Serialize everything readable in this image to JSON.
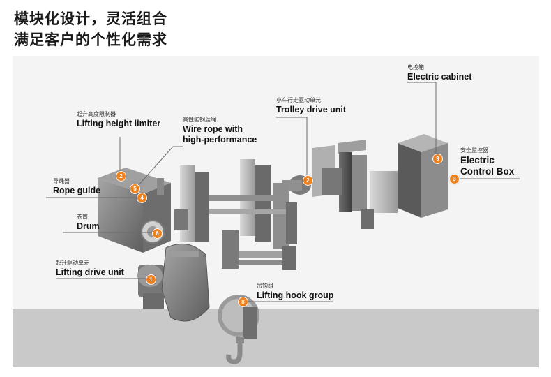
{
  "headline": {
    "line1": "模块化设计，灵活组合",
    "line2": "满足客户的个性化需求"
  },
  "colors": {
    "accent": "#f0821e",
    "background": "#f4f4f4",
    "floor": "#c9c9c9",
    "machine": "#8a8a8a"
  },
  "components": [
    {
      "number": "1",
      "cn": "起升驱动单元",
      "en": "Lifting drive unit"
    },
    {
      "number": "2",
      "cn": "小车行走驱动单元",
      "en": "Trolley drive unit"
    },
    {
      "number": "2",
      "cn": "起升高度限制器",
      "en": "Lifting height limiter"
    },
    {
      "number": "3",
      "cn": "安全监控器",
      "en_line1": "Electric",
      "en_line2": "Control Box"
    },
    {
      "number": "4",
      "cn": "导绳器",
      "en": "Rope guide"
    },
    {
      "number": "5",
      "cn": "高性能钢丝绳",
      "en_line1": "Wire rope with",
      "en_line2": "high-performance"
    },
    {
      "number": "6",
      "cn": "卷筒",
      "en": "Drum"
    },
    {
      "number": "8",
      "cn": "吊钩组",
      "en": "Lifting hook group"
    },
    {
      "number": "9",
      "cn": "电控箱",
      "en": "Electric cabinet"
    }
  ]
}
